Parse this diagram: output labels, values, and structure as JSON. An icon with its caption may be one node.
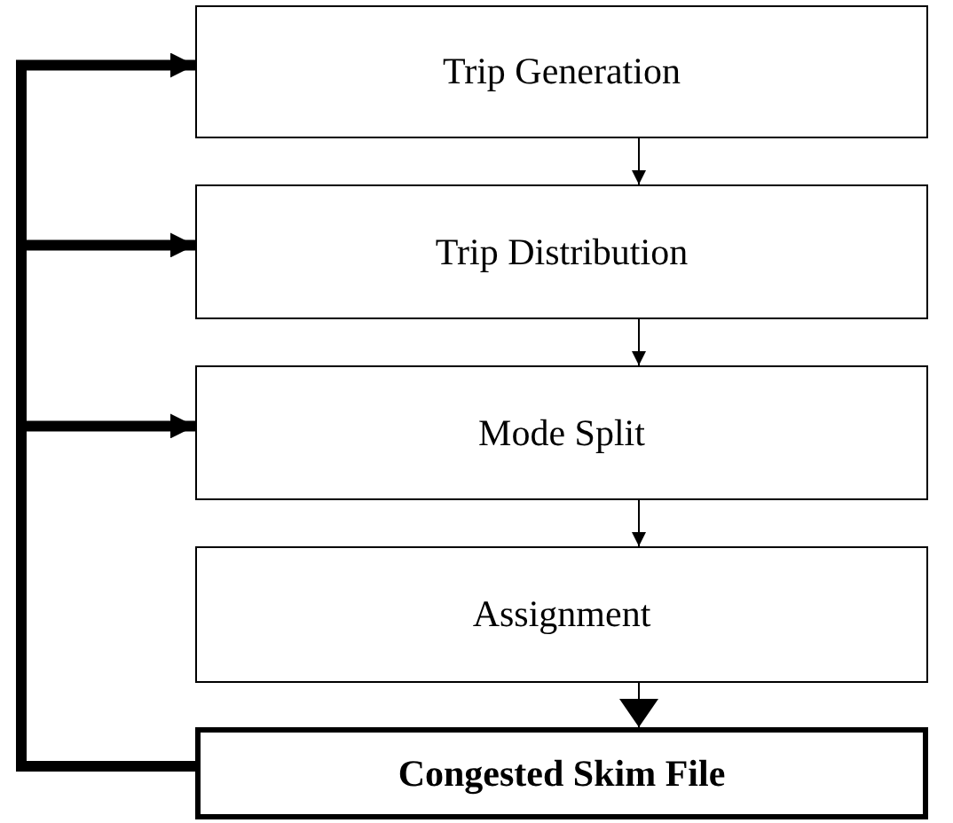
{
  "diagram": {
    "nodes": [
      {
        "text": [
          "Trip Generation"
        ]
      },
      {
        "text": [
          "Trip Distribution"
        ]
      },
      {
        "text": [
          "Mode Split"
        ]
      },
      {
        "text": [
          "Assignment"
        ]
      },
      {
        "text": [
          "Congested Skim File"
        ]
      }
    ],
    "edges": [
      {
        "from": 0,
        "to": 1,
        "arrow": "to"
      },
      {
        "from": 1,
        "to": 2,
        "arrow": "to"
      },
      {
        "from": 2,
        "to": 3,
        "arrow": "to"
      },
      {
        "from": 3,
        "to": 4,
        "arrow": "to"
      },
      {
        "from": 4,
        "to": 0,
        "arrow": "to",
        "style": "thick"
      },
      {
        "from": 4,
        "to": 1,
        "arrow": "to",
        "style": "thick"
      },
      {
        "from": 4,
        "to": 2,
        "arrow": "to",
        "style": "thick"
      }
    ]
  }
}
